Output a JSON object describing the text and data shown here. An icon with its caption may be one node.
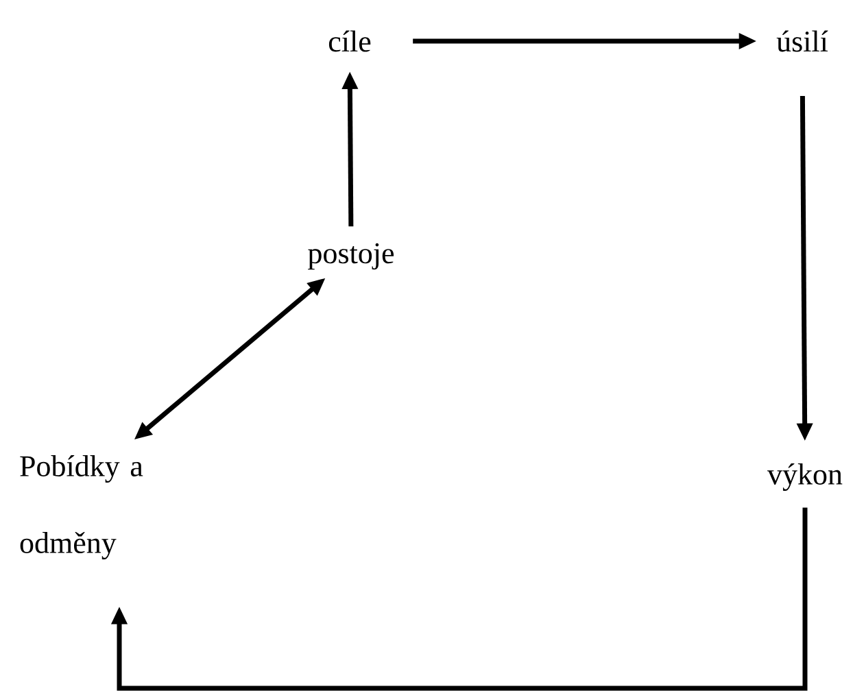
{
  "diagram": {
    "nodes": [
      {
        "text": [
          "cíle"
        ]
      },
      {
        "text": [
          "úsilí"
        ]
      },
      {
        "text": [
          "postoje"
        ]
      },
      {
        "text": [
          "Pobídky a odměny"
        ]
      },
      {
        "text": [
          "výkon"
        ]
      }
    ],
    "edges": [
      {
        "from": 0,
        "to": 1,
        "arrow": "to"
      },
      {
        "from": 1,
        "to": 4,
        "arrow": "to"
      },
      {
        "from": 4,
        "to": 3,
        "arrow": "to"
      },
      {
        "from": 2,
        "to": 0,
        "arrow": "to"
      },
      {
        "from": 2,
        "to": 3,
        "arrow": "both"
      }
    ]
  }
}
